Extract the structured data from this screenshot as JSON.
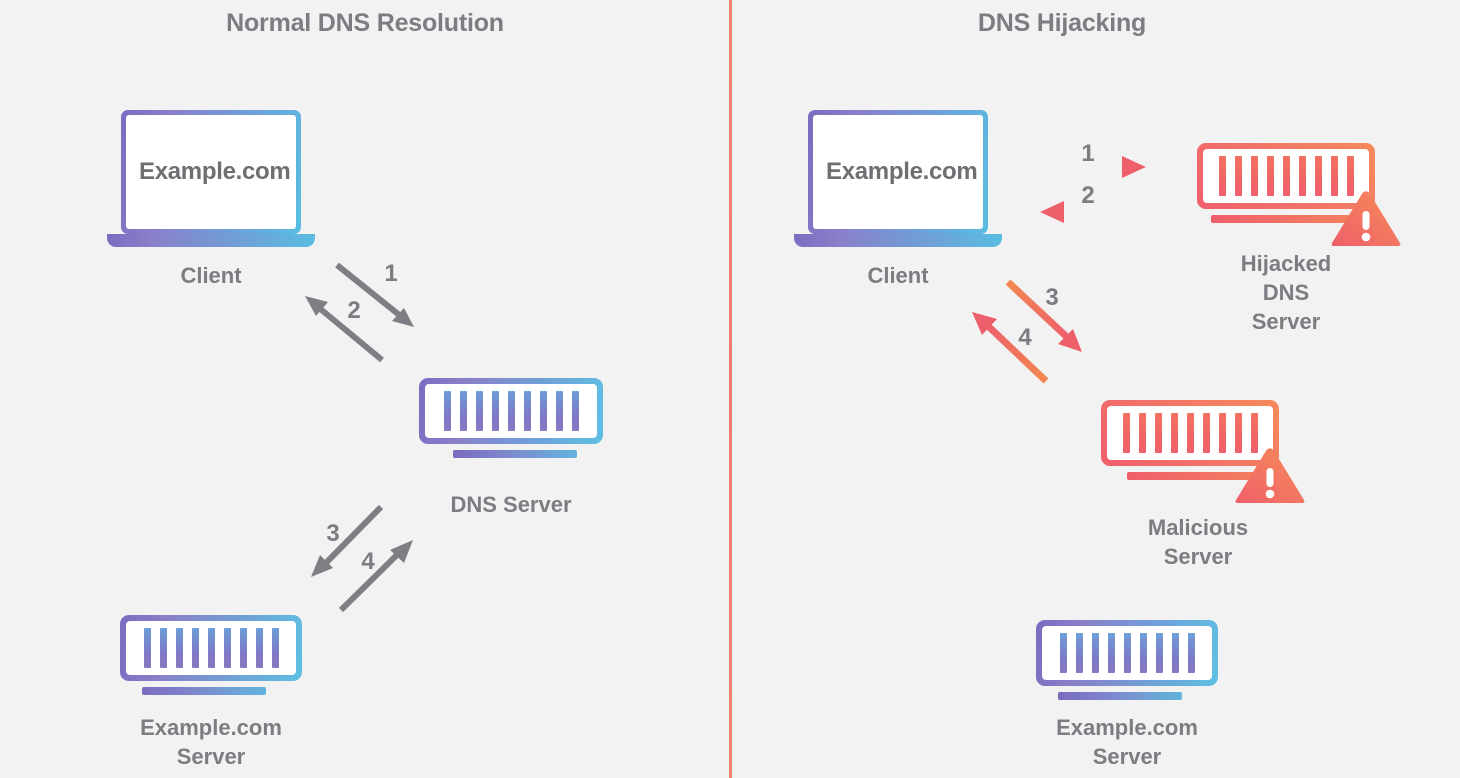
{
  "diagram": {
    "title_left": "Normal DNS\nResolution",
    "title_right": "DNS Hijacking",
    "background": "#f2f2f2",
    "divider_color": "#f0806a"
  },
  "colors": {
    "label_gray": "#7c7c82",
    "arrow_gray": "#7e7e84",
    "blue_gradient_start": "#7a6cc0",
    "blue_gradient_end": "#59bde2",
    "red_gradient_start": "#ef5f6b",
    "red_gradient_end": "#f58a5c"
  },
  "left_panel": {
    "title": "Normal DNS\nResolution",
    "nodes": [
      {
        "id": "client",
        "label": "Client",
        "screen_text": "Example.com",
        "type": "laptop",
        "theme": "blue"
      },
      {
        "id": "dns-server",
        "label": "DNS Server",
        "type": "server",
        "theme": "blue",
        "bar_count": 9
      },
      {
        "id": "example-server",
        "label": "Example.com\nServer",
        "type": "server",
        "theme": "blue",
        "bar_count": 9
      }
    ],
    "steps": [
      {
        "number": "1",
        "from": "client",
        "to": "dns-server",
        "direction": "down-right"
      },
      {
        "number": "2",
        "from": "dns-server",
        "to": "client",
        "direction": "up-left"
      },
      {
        "number": "3",
        "from": "dns-server",
        "to": "example-server",
        "direction": "down-left"
      },
      {
        "number": "4",
        "from": "example-server",
        "to": "dns-server",
        "direction": "up-right"
      }
    ]
  },
  "right_panel": {
    "title": "DNS Hijacking",
    "nodes": [
      {
        "id": "client",
        "label": "Client",
        "screen_text": "Example.com",
        "type": "laptop",
        "theme": "blue"
      },
      {
        "id": "hijacked-dns-server",
        "label": "Hijacked\nDNS\nServer",
        "type": "server",
        "theme": "red",
        "bar_count": 9,
        "warning": true
      },
      {
        "id": "malicious-server",
        "label": "Malicious\nServer",
        "type": "server",
        "theme": "red",
        "bar_count": 9,
        "warning": true
      },
      {
        "id": "example-server",
        "label": "Example.com\nServer",
        "type": "server",
        "theme": "blue",
        "bar_count": 9
      }
    ],
    "steps": [
      {
        "number": "1",
        "from": "client",
        "to": "hijacked-dns-server",
        "direction": "right"
      },
      {
        "number": "2",
        "from": "hijacked-dns-server",
        "to": "client",
        "direction": "left"
      },
      {
        "number": "3",
        "from": "client",
        "to": "malicious-server",
        "direction": "down-right"
      },
      {
        "number": "4",
        "from": "malicious-server",
        "to": "client",
        "direction": "up-left"
      }
    ]
  }
}
